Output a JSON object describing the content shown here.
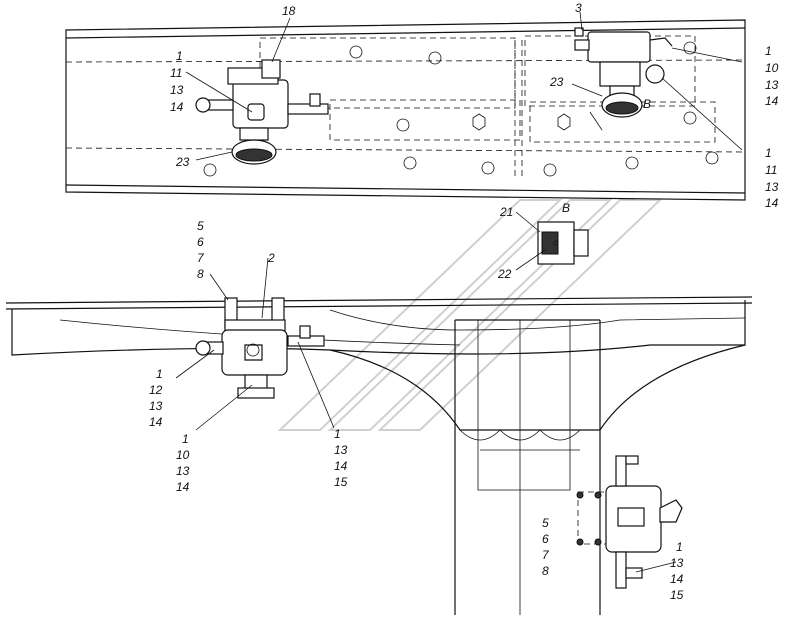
{
  "labels": {
    "top_left_stack": [
      "1",
      "11",
      "13",
      "14"
    ],
    "top_left_18": "18",
    "top_left_23": "23",
    "top_right_3": "3",
    "top_right_23": "23",
    "top_right_B": "B",
    "top_right_stack_a": [
      "1",
      "10",
      "13",
      "14"
    ],
    "top_right_stack_b": [
      "1",
      "11",
      "13",
      "14"
    ],
    "detail_B": "B",
    "detail_21": "21",
    "detail_22": "22",
    "mid_stack_5678": [
      "5",
      "6",
      "7",
      "8"
    ],
    "mid_2": "2",
    "mid_stack_left": [
      "1",
      "12",
      "13",
      "14"
    ],
    "mid_stack_bottom": [
      "1",
      "10",
      "13",
      "14"
    ],
    "mid_stack_right": [
      "1",
      "13",
      "14",
      "15"
    ],
    "low_stack_5678": [
      "5",
      "6",
      "7",
      "8"
    ],
    "low_stack_right": [
      "1",
      "13",
      "14",
      "15"
    ]
  }
}
